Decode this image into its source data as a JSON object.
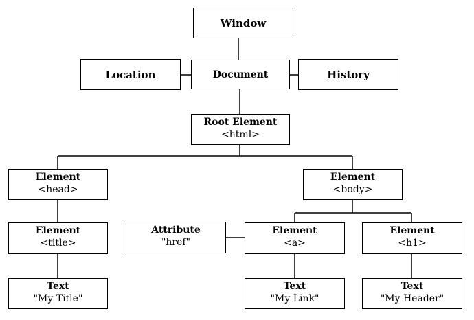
{
  "nodes": {
    "window": {
      "title": "Window"
    },
    "location": {
      "title": "Location"
    },
    "document": {
      "title": "Document"
    },
    "history": {
      "title": "History"
    },
    "root": {
      "title": "Root Element",
      "sub": "<html>"
    },
    "head": {
      "title": "Element",
      "sub": "<head>"
    },
    "body": {
      "title": "Element",
      "sub": "<body>"
    },
    "title_el": {
      "title": "Element",
      "sub": "<title>"
    },
    "attribute": {
      "title": "Attribute",
      "sub": "\"href\""
    },
    "a_el": {
      "title": "Element",
      "sub": "<a>"
    },
    "h1_el": {
      "title": "Element",
      "sub": "<h1>"
    },
    "text_title": {
      "title": "Text",
      "sub": "\"My Title\""
    },
    "text_link": {
      "title": "Text",
      "sub": "\"My Link\""
    },
    "text_header": {
      "title": "Text",
      "sub": "\"My Header\""
    }
  }
}
